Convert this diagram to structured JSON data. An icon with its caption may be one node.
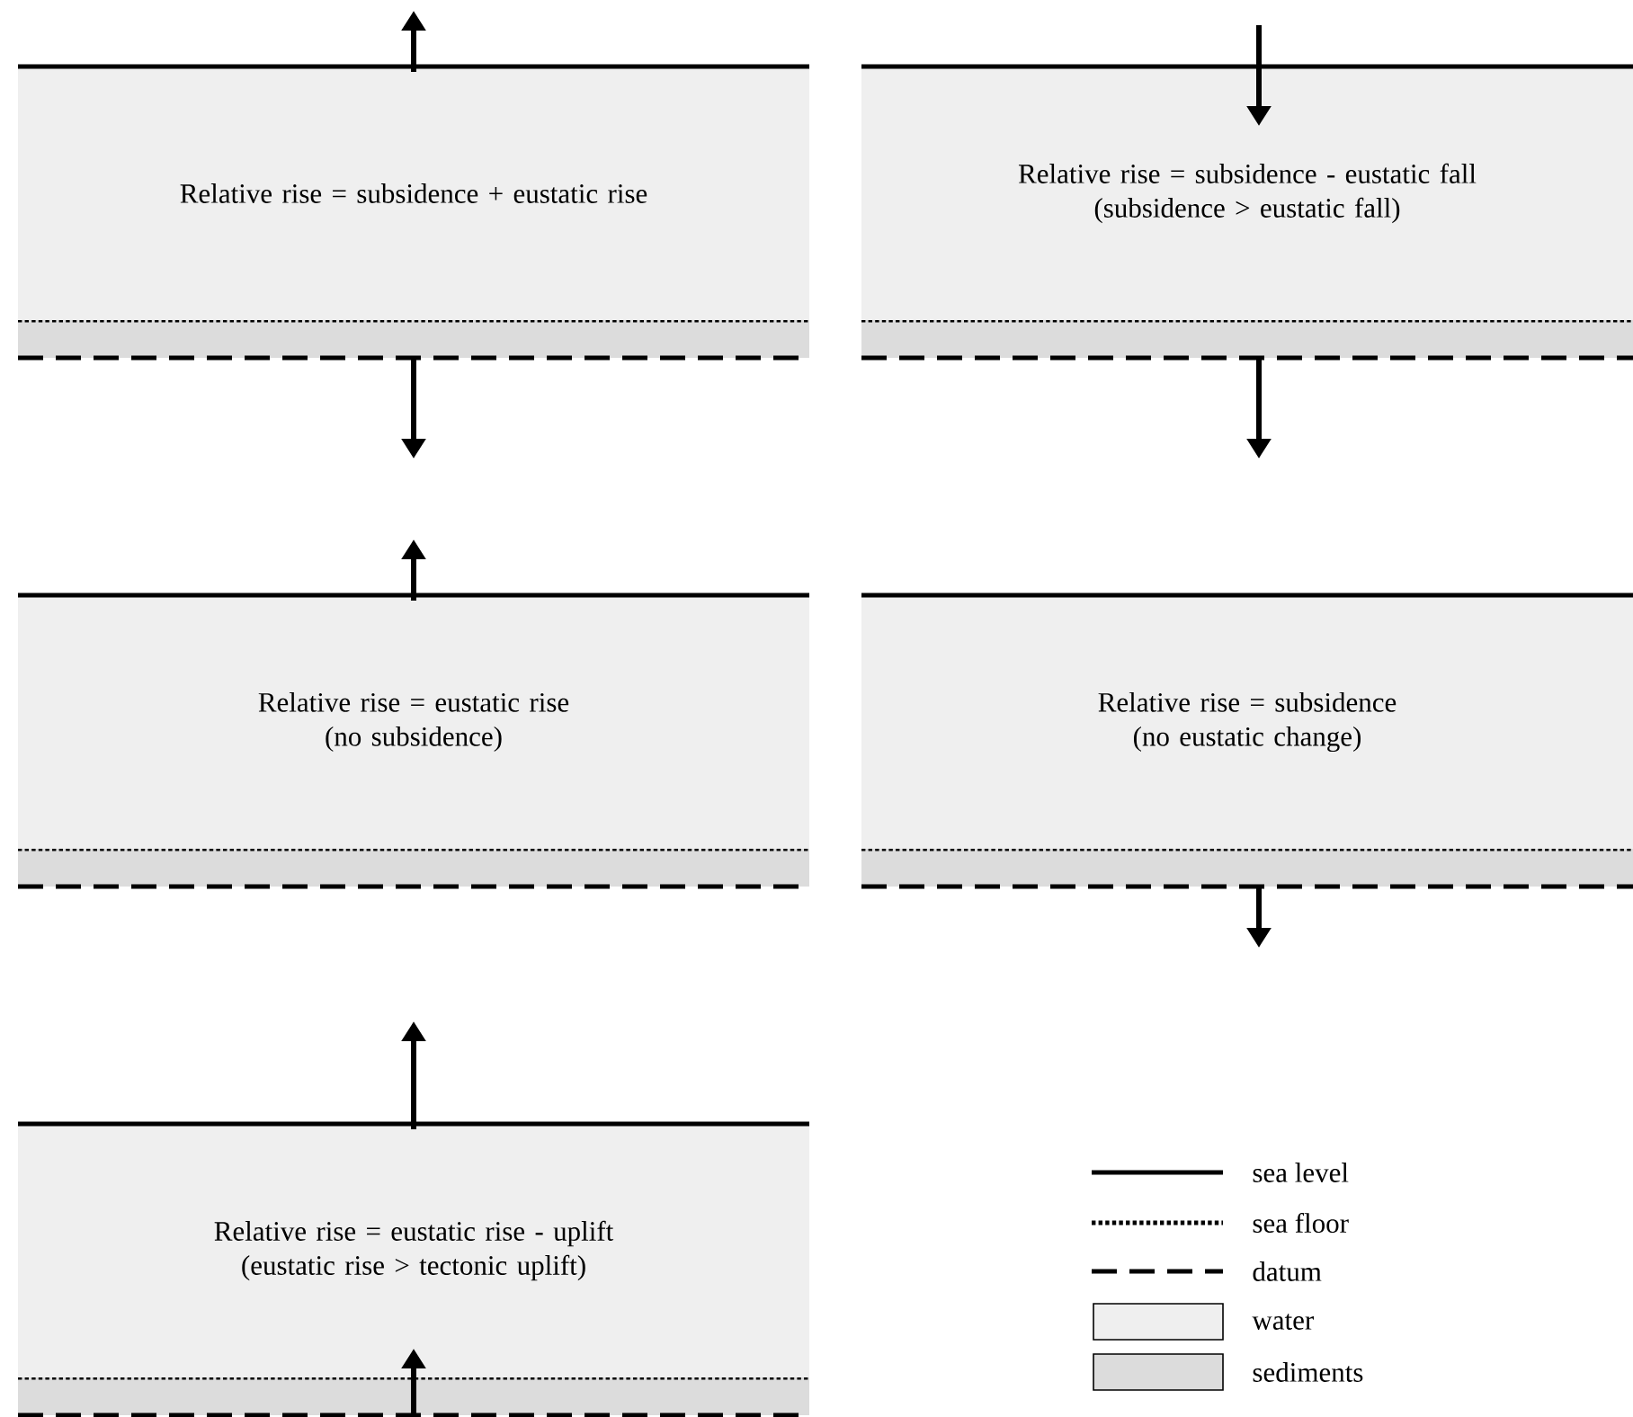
{
  "diagram": {
    "nodes": [
      {
        "text": [
          "Relative rise = subsidence + eustatic rise"
        ]
      },
      {
        "text": [
          "Relative rise = subsidence - eustatic fall",
          "(subsidence > eustatic fall)"
        ]
      },
      {
        "text": [
          "Relative rise = eustatic rise",
          "(no subsidence)"
        ]
      },
      {
        "text": [
          "Relative rise = subsidence",
          "(no eustatic change)"
        ]
      },
      {
        "text": [
          "Relative rise = eustatic rise - uplift",
          "(eustatic rise > tectonic uplift)"
        ]
      }
    ],
    "legend": [
      {
        "text": "sea level"
      },
      {
        "text": "sea floor"
      },
      {
        "text": "datum"
      },
      {
        "text": "water",
        "color": "#efefef"
      },
      {
        "text": "sediments",
        "color": "#dcdcdc"
      }
    ]
  }
}
